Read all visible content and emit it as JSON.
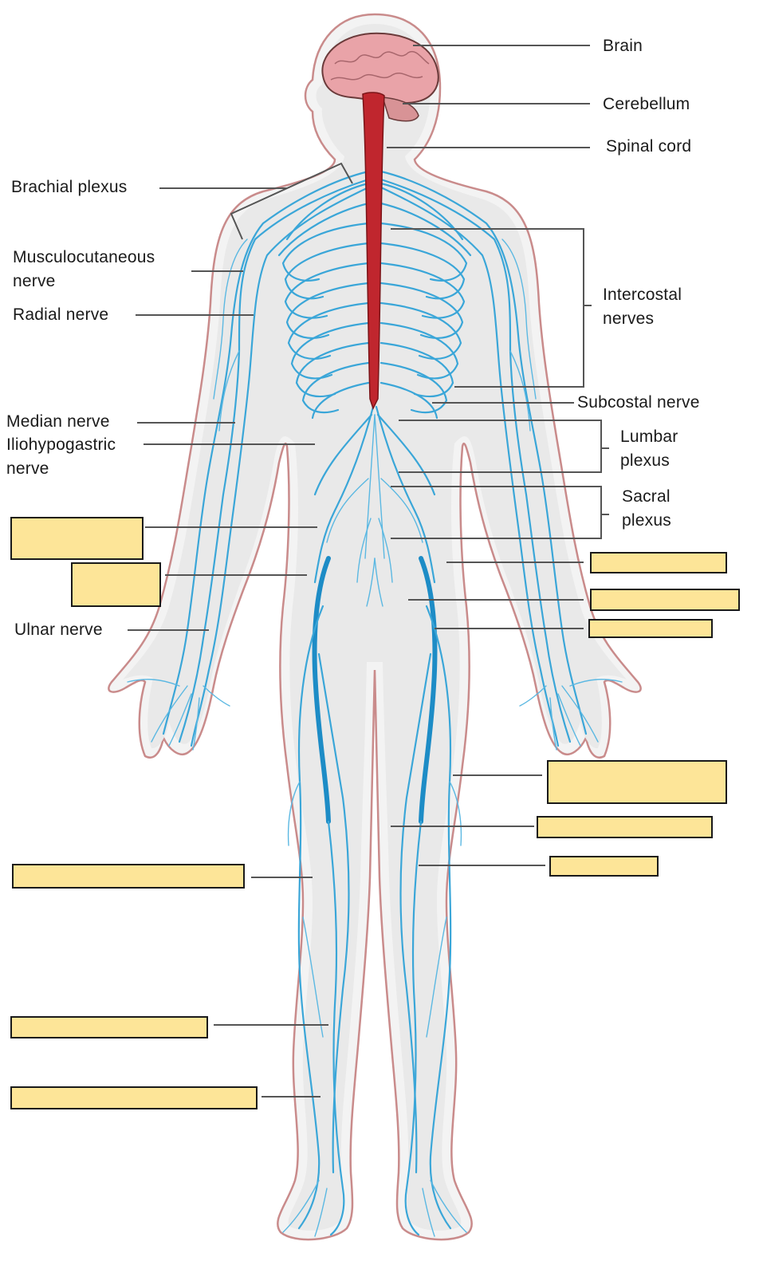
{
  "labels": {
    "brain": "Brain",
    "cerebellum": "Cerebellum",
    "spinal_cord": "Spinal cord",
    "brachial_plexus": "Brachial plexus",
    "musculocutaneous_nerve": "Musculocutaneous\nnerve",
    "radial_nerve": "Radial nerve",
    "intercostal_nerves": "Intercostal\nnerves",
    "subcostal_nerve": "Subcostal nerve",
    "median_nerve": "Median nerve",
    "iliohypogastric_nerve": "Iliohypogastric\nnerve",
    "lumbar_plexus": "Lumbar\nplexus",
    "sacral_plexus": "Sacral\nplexus",
    "ulnar_nerve": "Ulnar nerve"
  },
  "colors": {
    "blank_fill": "#fde598",
    "nerve": "#3aa6d8",
    "spinal_cord": "#c0262e",
    "body_outline": "#c98b8b",
    "brain": "#e9a3a8"
  }
}
